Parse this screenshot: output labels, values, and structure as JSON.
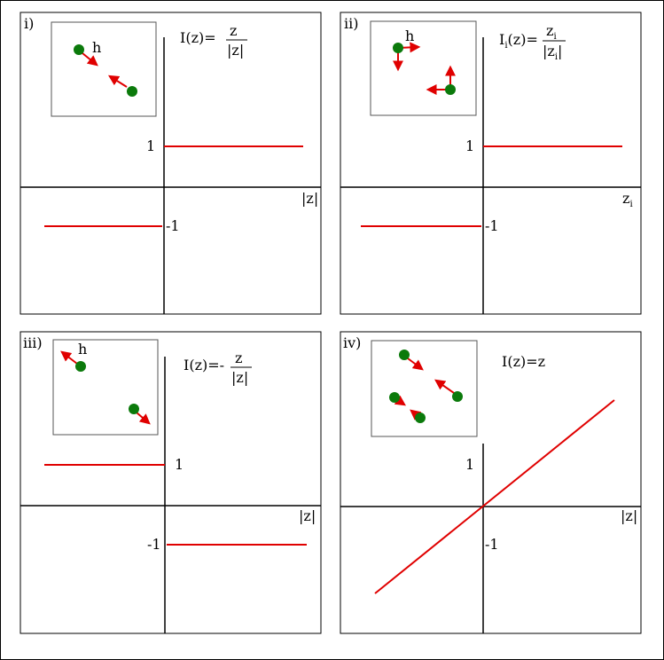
{
  "panels": [
    {
      "id": "i",
      "label": "i)",
      "formula": {
        "lhs": "I(z)=",
        "num": "z",
        "den": "|z|"
      },
      "y_tick_pos": "1",
      "y_tick_neg": "-1",
      "x_axis_label": "|z|",
      "inset_label": "h",
      "curve": "step",
      "left_value": -1,
      "right_value": 1
    },
    {
      "id": "ii",
      "label": "ii)",
      "formula": {
        "lhs": "I",
        "lhs_sub": "i",
        "lhs_rest": "(z)=",
        "num": "z",
        "num_sub": "i",
        "den": "|z",
        "den_sub": "i",
        "den_end": "|"
      },
      "y_tick_pos": "1",
      "y_tick_neg": "-1",
      "x_axis_label": "z",
      "x_axis_label_sub": "i",
      "inset_label": "h",
      "curve": "step",
      "left_value": -1,
      "right_value": 1
    },
    {
      "id": "iii",
      "label": "iii)",
      "formula": {
        "lhs": "I(z)=-",
        "num": "z",
        "den": "|z|"
      },
      "y_tick_pos": "1",
      "y_tick_neg": "-1",
      "x_axis_label": "|z|",
      "inset_label": "h",
      "curve": "step",
      "left_value": 1,
      "right_value": -1
    },
    {
      "id": "iv",
      "label": "iv)",
      "formula": {
        "lhs": "I(z)=z"
      },
      "y_tick_pos": "1",
      "y_tick_neg": "-1",
      "x_axis_label": "|z|",
      "curve": "line"
    }
  ],
  "colors": {
    "curve": "#e00000",
    "arrow": "#e00000",
    "particle": "#0b7a0b",
    "axis": "#000000",
    "frame": "#000000",
    "inset_border": "#555555"
  }
}
